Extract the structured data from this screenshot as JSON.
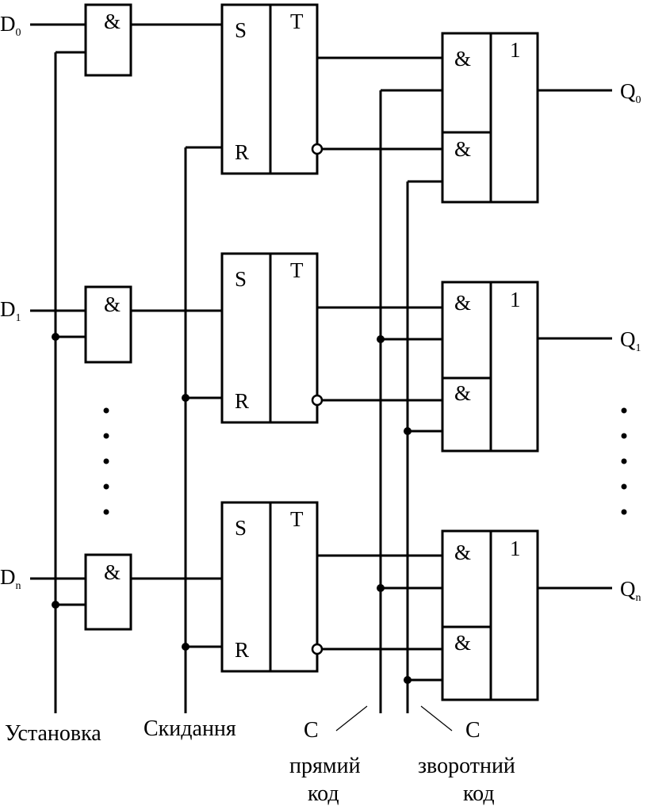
{
  "inputs": [
    {
      "letter": "D",
      "sub": "0"
    },
    {
      "letter": "D",
      "sub": "1"
    },
    {
      "letter": "D",
      "sub": "n"
    }
  ],
  "outputs": [
    {
      "letter": "Q",
      "sub": "0"
    },
    {
      "letter": "Q",
      "sub": "1"
    },
    {
      "letter": "Q",
      "sub": "n"
    }
  ],
  "gates": {
    "and_symbol": "&",
    "or_symbol": "1",
    "trigger_symbol": "T",
    "set_label": "S",
    "reset_label": "R"
  },
  "bus_labels": {
    "install": "Установка",
    "reset": "Скидання",
    "direct_c": "C",
    "direct_text_1": "прямий",
    "direct_text_2": "код",
    "inverse_c": "C",
    "inverse_text_1": "зворотний",
    "inverse_text_2": "код"
  }
}
